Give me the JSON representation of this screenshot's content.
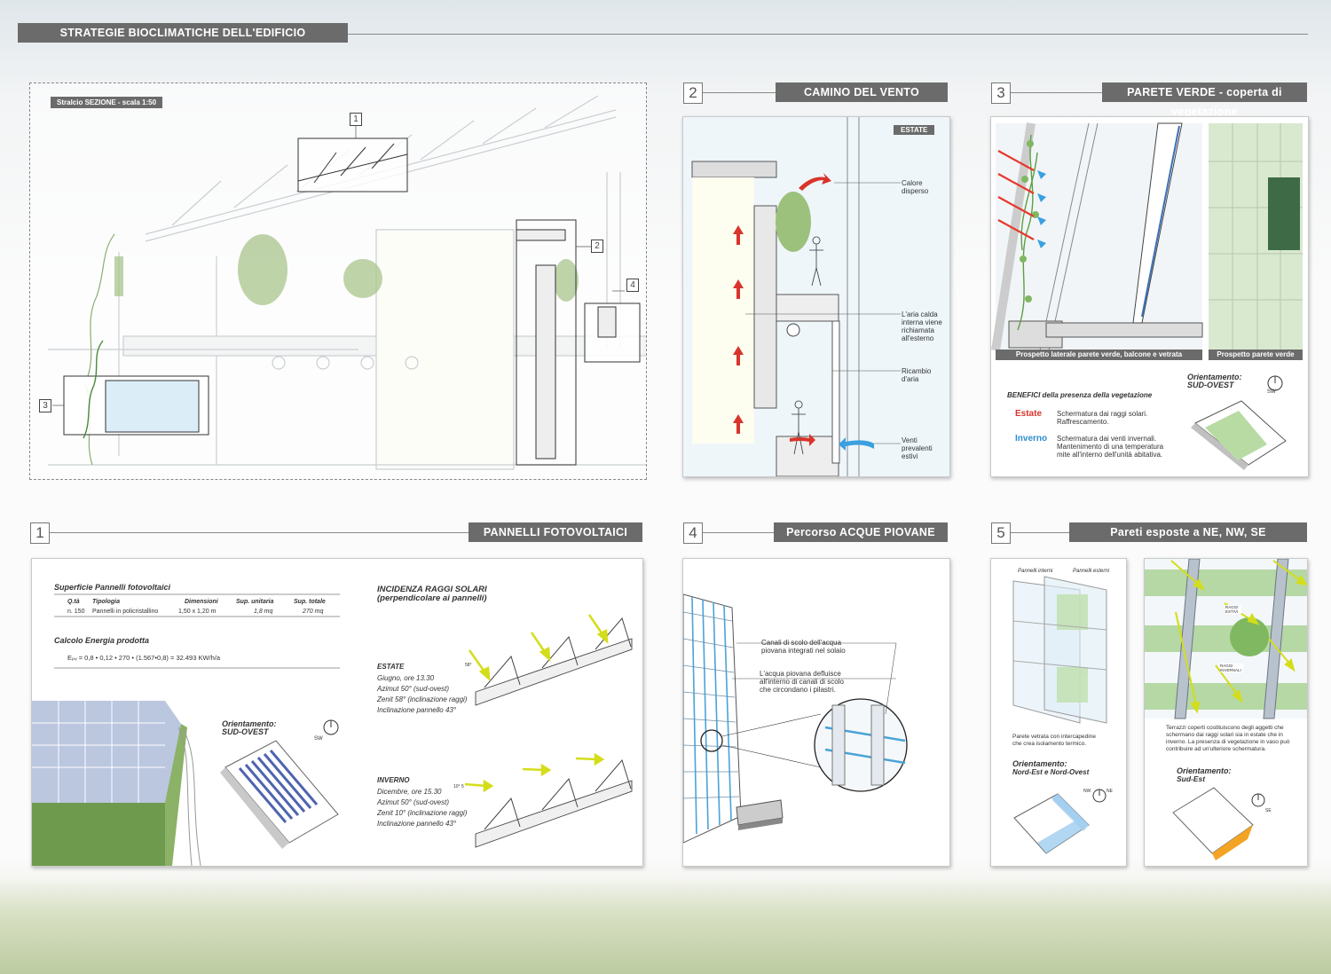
{
  "header": {
    "title": "STRATEGIE BIOCLIMATICHE DELL'EDIFICIO"
  },
  "section": {
    "label": "Stralcio SEZIONE - scala 1:50",
    "tags": [
      "1",
      "2",
      "3",
      "4"
    ]
  },
  "s2": {
    "num": "2",
    "title": "CAMINO DEL VENTO",
    "badge": "ESTATE",
    "l1": "Calore disperso",
    "l2": "L'aria calda interna viene richiamata all'esterno",
    "l3": "Ricambio d'aria",
    "l4": "Venti prevalenti estivi"
  },
  "s3": {
    "num": "3",
    "title": "PARETE VERDE - coperta di vegetazione",
    "cap1": "Prospetto laterale parete verde, balcone e vetrata",
    "cap2": "Prospetto parete verde",
    "benefici": "BENEFICI della presenza della vegetazione",
    "estate": "Estate",
    "estate_txt": "Schermatura dai raggi solari. Raffrescamento.",
    "inverno": "Inverno",
    "inverno_txt": "Schermatura dai venti invernali. Mantenimento di una temperatura mite all'interno dell'unità abitativa.",
    "orient": "Orientamento:",
    "orient_val": "SUD-OVEST",
    "sw": "SW"
  },
  "s1": {
    "num": "1",
    "title": "PANNELLI FOTOVOLTAICI",
    "table_title": "Superficie Pannelli fotovoltaici",
    "headers": [
      "Q.tà",
      "Tipologia",
      "Dimensioni",
      "Sup. unitaria",
      "Sup. totale"
    ],
    "row": [
      "n. 150",
      "Pannelli in policristallino",
      "1,50 x 1,20 m",
      "1,8 mq",
      "270 mq"
    ],
    "calc_title": "Calcolo Energia prodotta",
    "formula": "Eₚᵥ = 0,8 • 0,12 • 270 • (1.567•0,8) = 32.493 KW/h/a",
    "incidenza": "INCIDENZA RAGGI SOLARI",
    "incidenza2": "(perpendicolare ai pannelli)",
    "estate": "ESTATE",
    "estate_lines": [
      "Giugno, ore 13.30",
      "Azimut 50° (sud-ovest)",
      "Zenit 58° (inclinazione raggi)",
      "Inclinazione pannello 43°"
    ],
    "inverno": "INVERNO",
    "inverno_lines": [
      "Dicembre, ore 15.30",
      "Azimut 50° (sud-ovest)",
      "Zenit 10° (inclinazione raggi)",
      "Inclinazione pannello 43°"
    ],
    "angle_summer": "58°",
    "angle_winter": "10° 5",
    "orient": "Orientamento:",
    "orient_val": "SUD-OVEST",
    "sw": "SW"
  },
  "s4": {
    "num": "4",
    "title": "Percorso ACQUE PIOVANE",
    "l1": "Canali di scolo dell'acqua piovana integrati nel solaio",
    "l2": "L'acqua piovana defluisce all'interno di canali di scolo che circondano i pilastri."
  },
  "s5": {
    "num": "5",
    "title": "Pareti esposte a NE, NW, SE",
    "lbl_int": "Pannelli interni",
    "lbl_ext": "Pannelli esterni",
    "txt1": "Parete vetrata con intercapedine che crea isolamento termico.",
    "orient1": "Orientamento:",
    "orient1_val": "Nord-Est e Nord-Ovest",
    "nw": "NW",
    "ne": "NE",
    "raggi_estivi": "RAGGI ESTIVI",
    "raggi_invernali": "RAGGI INVERNALI",
    "txt2": "Terrazzi coperti costituiscono degli aggetti che schermano dai raggi solari sia in estate che in inverno. La presenza di vegetazione in vaso può contribuire ad un'ulteriore schermatura.",
    "orient2": "Orientamento:",
    "orient2_val": "Sud-Est",
    "se": "SE"
  }
}
